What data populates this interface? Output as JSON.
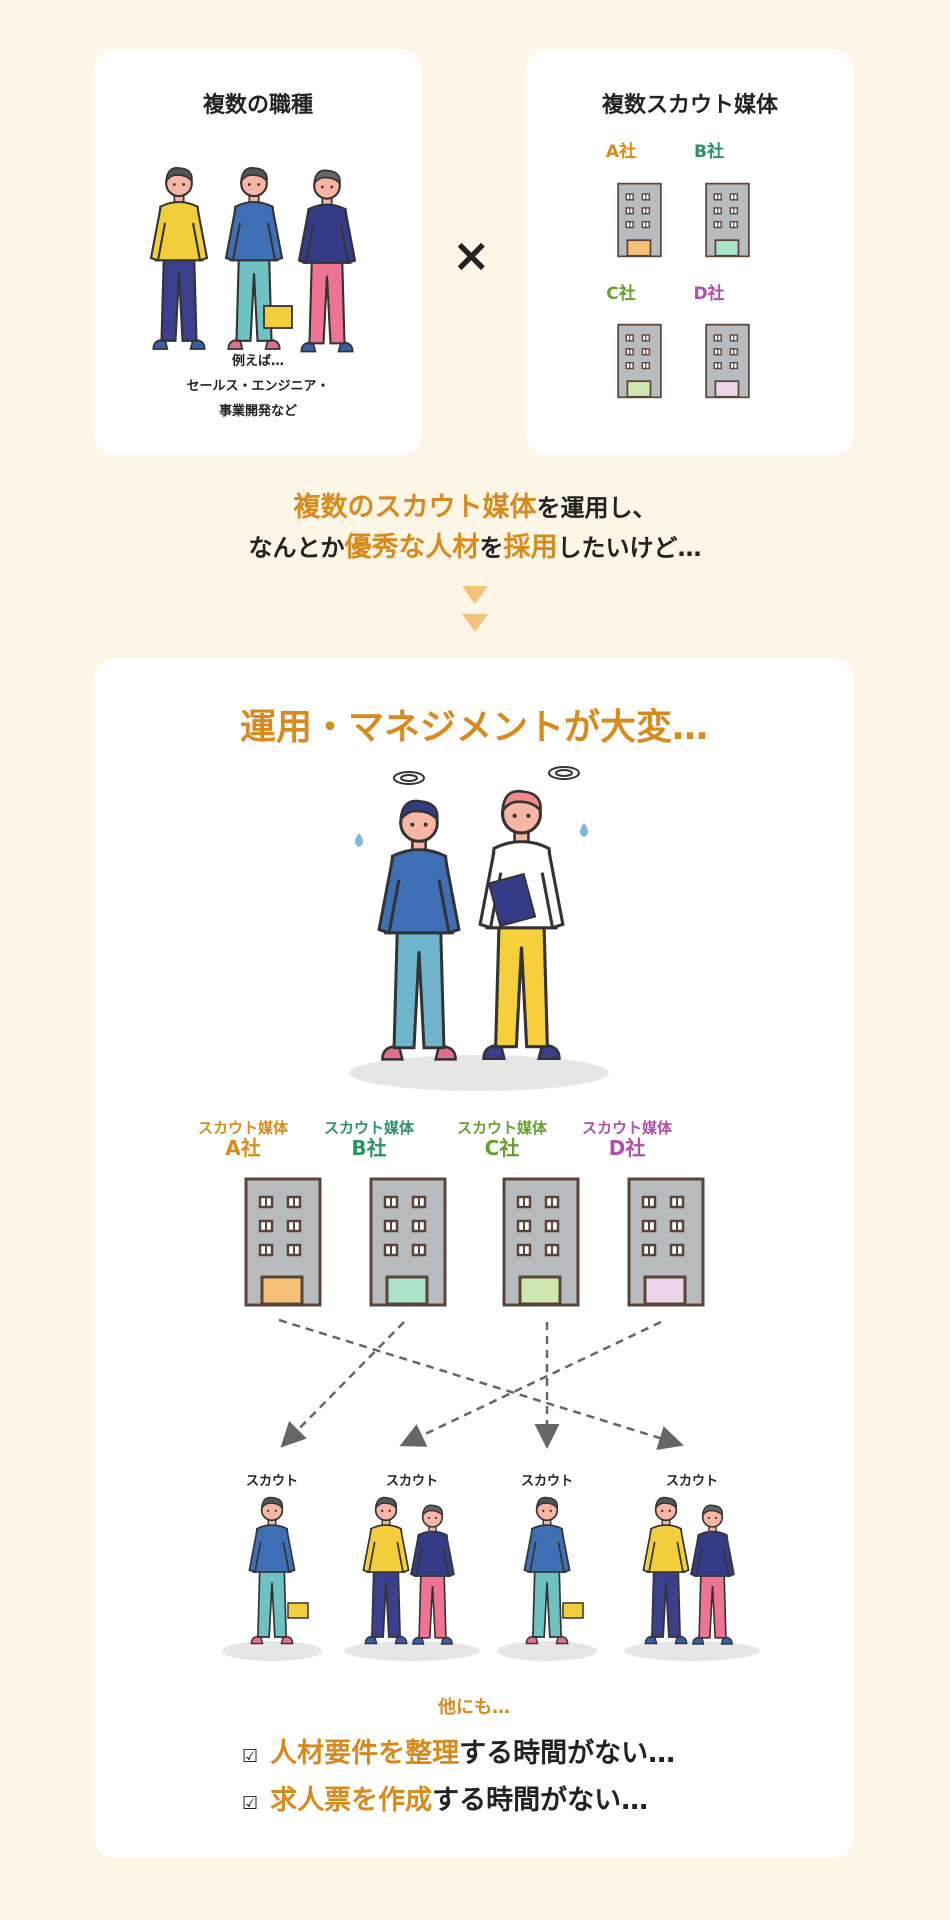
{
  "top": {
    "jobs_card": {
      "title": "複数の職種",
      "example_lines": [
        "例えば…",
        "セールス・エンジニア・",
        "事業開発など"
      ]
    },
    "times_symbol": "×",
    "media_card": {
      "title": "複数スカウト媒体",
      "companies": [
        "A社",
        "B社",
        "C社",
        "D社"
      ]
    }
  },
  "headline": {
    "line1_highlight": "複数のスカウト媒体",
    "line1_rest": "を運用し、",
    "line2_pre": "なんとか",
    "line2_highlight1": "優秀な人材",
    "line2_mid": "を",
    "line2_highlight2": "採用",
    "line2_post": "したいけど…"
  },
  "problem": {
    "title": "運用・マネジメントが大変…",
    "media": [
      {
        "label": "スカウト媒体",
        "company": "A社",
        "color": "#d98a1c",
        "door": "#f6c27a"
      },
      {
        "label": "スカウト媒体",
        "company": "B社",
        "color": "#2e9163",
        "door": "#a9e3c8"
      },
      {
        "label": "スカウト媒体",
        "company": "C社",
        "color": "#6a9e30",
        "door": "#cde7b0"
      },
      {
        "label": "スカウト媒体",
        "company": "D社",
        "color": "#b04fa8",
        "door": "#ecd3ea"
      }
    ],
    "scout_labels": [
      "スカウト",
      "スカウト",
      "スカウト",
      "スカウト"
    ],
    "others_label": "他にも…",
    "checklist": [
      {
        "check": "☑",
        "highlight": "人材要件を整理",
        "rest": "する時間がない…"
      },
      {
        "check": "☑",
        "highlight": "求人票を作成",
        "rest": "する時間がない…"
      }
    ]
  },
  "colors": {
    "accent": "#d98a1c",
    "background": "#fdf5e6"
  }
}
